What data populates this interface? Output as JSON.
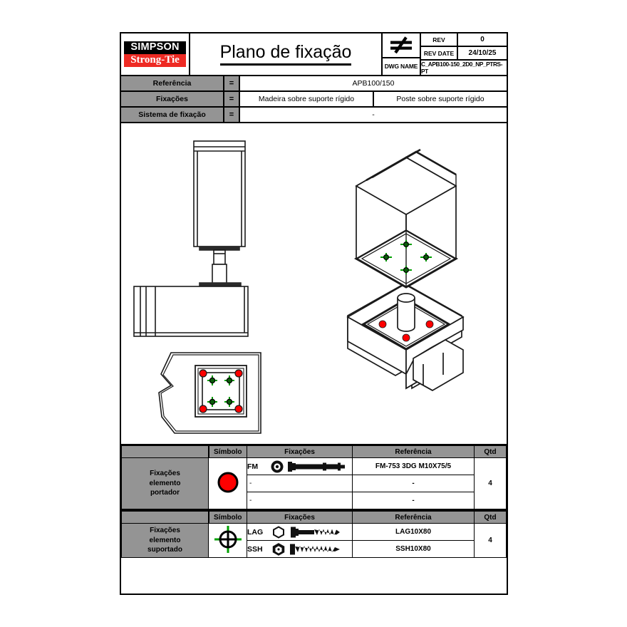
{
  "titleblock": {
    "logo_top": "SIMPSON",
    "logo_bottom": "Strong-Tie",
    "title": "Plano de fixação",
    "not_equal_symbol": "≠",
    "dwg_name_label": "DWG NAME",
    "dwg_name_value": "C_APB100-150_2D0_NP_PTRS-PT",
    "rev_label": "REV",
    "rev_value": "0",
    "rev_date_label": "REV DATE",
    "rev_date_value": "24/10/25"
  },
  "info_rows": [
    {
      "label": "Referência",
      "eq": "=",
      "values": [
        "APB100/150"
      ]
    },
    {
      "label": "Fixações",
      "eq": "=",
      "values": [
        "Madeira sobre suporte rígido",
        "Poste sobre suporte rígido"
      ]
    },
    {
      "label": "Sistema de fixação",
      "eq": "=",
      "values": [
        "-"
      ]
    }
  ],
  "legend_headers": {
    "simbolo": "Símbolo",
    "fixacoes": "Fixações",
    "referencia": "Referência",
    "qtd": "Qtd"
  },
  "legend_carrier": {
    "row_label": "Fixações\nelemento\nportador",
    "row_label_lines": [
      "Fixações",
      "elemento",
      "portador"
    ],
    "symbol_name": "red-filled-circle",
    "symbol_color": "#ff0000",
    "qtd": "4",
    "rows": [
      {
        "code": "FM",
        "icon": "expansion-anchor-icon",
        "referencia": "FM-753 3DG M10X75/5"
      },
      {
        "code": "-",
        "icon": "",
        "referencia": "-"
      },
      {
        "code": "-",
        "icon": "",
        "referencia": "-"
      }
    ]
  },
  "legend_supported": {
    "row_label_lines": [
      "Fixações",
      "elemento",
      "suportado"
    ],
    "symbol_name": "green-crosshair-circle",
    "symbol_color": "#00a000",
    "qtd": "4",
    "rows": [
      {
        "code": "LAG",
        "icon": "hex-head-lag-screw-icon",
        "referencia": "LAG10X80"
      },
      {
        "code": "SSH",
        "icon": "hex-washer-head-screw-icon",
        "referencia": "SSH10X80"
      }
    ]
  },
  "drawing": {
    "view_elevation_name": "post-base-elevation-view",
    "view_plan_name": "post-base-plan-view",
    "view_isometric_name": "post-base-isometric-view",
    "marker_carrier_color": "#ff0000",
    "marker_supported_color": "#00a000",
    "carrier_marker_count": 4,
    "supported_marker_count": 4
  }
}
